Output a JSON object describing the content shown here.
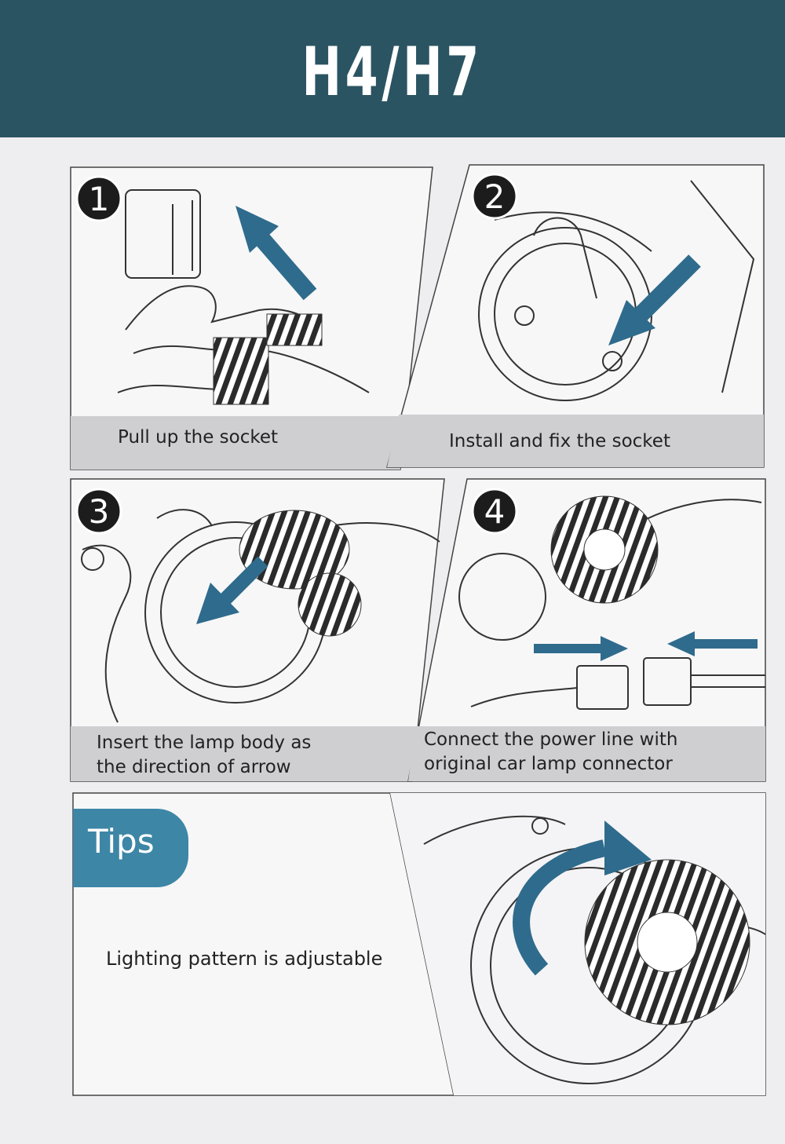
{
  "header": {
    "title": "H4/H7"
  },
  "steps": [
    {
      "number": "1",
      "caption": "Pull up the socket"
    },
    {
      "number": "2",
      "caption": "Install and fix the socket"
    },
    {
      "number": "3",
      "caption_line1": "Insert the lamp body as",
      "caption_line2": "the direction of arrow"
    },
    {
      "number": "4",
      "caption_line1": "Connect the power line with",
      "caption_line2": "original car lamp connector"
    }
  ],
  "tips": {
    "badge": "Tips",
    "text": "Lighting pattern is adjustable"
  },
  "colors": {
    "header_bg": "#2b5462",
    "arrow": "#2f6b8c",
    "caption_band": "#cfcfd1",
    "tips_badge": "#3d86a6"
  }
}
